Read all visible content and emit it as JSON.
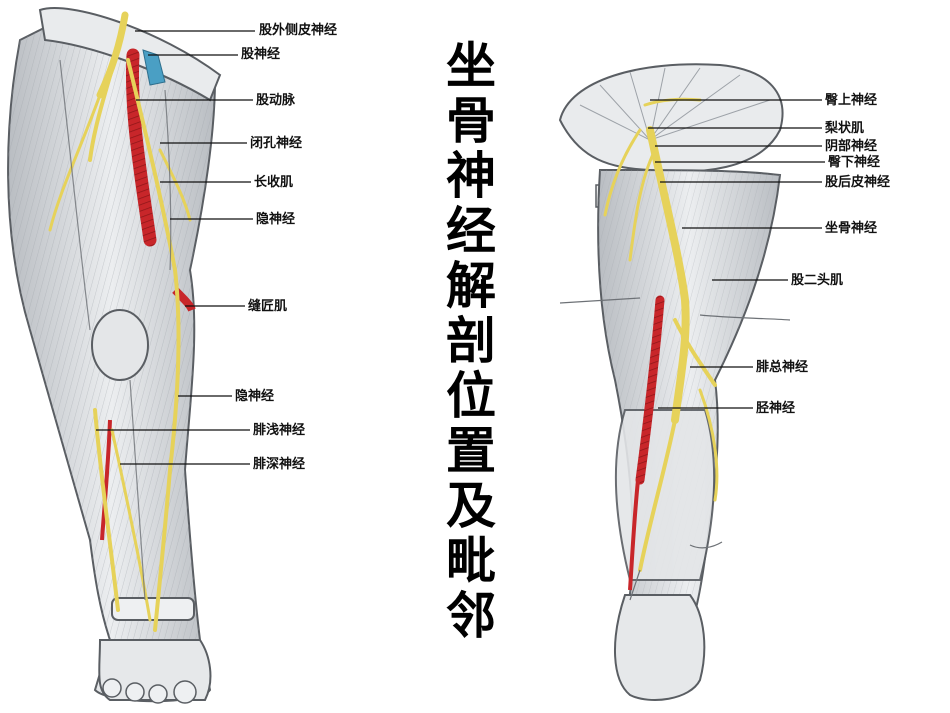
{
  "title_chars": [
    "坐",
    "骨",
    "神",
    "经",
    "解",
    "剖",
    "位",
    "置",
    "及",
    "毗",
    "邻"
  ],
  "left_labels": {
    "l1": "股外侧皮神经",
    "l2": "股神经",
    "l3": "股动脉",
    "l4": "闭孔神经",
    "l5": "长收肌",
    "l6": "隐神经",
    "l7": "缝匠肌",
    "l8": "隐神经",
    "l9": "腓浅神经",
    "l10": "腓深神经"
  },
  "right_labels": {
    "r1": "臀上神经",
    "r2": "梨状肌",
    "r3": "阴部神经",
    "r4": "臀下神经",
    "r5": "股后皮神经",
    "r6": "坐骨神经",
    "r7": "股二头肌",
    "r8": "腓总神经",
    "r9": "胫神经"
  },
  "colors": {
    "nerve": "#e6d25a",
    "artery": "#c8262a",
    "vein": "#4a9fc4",
    "muscle": "#dcdfe2",
    "outline": "#5a5e63"
  }
}
